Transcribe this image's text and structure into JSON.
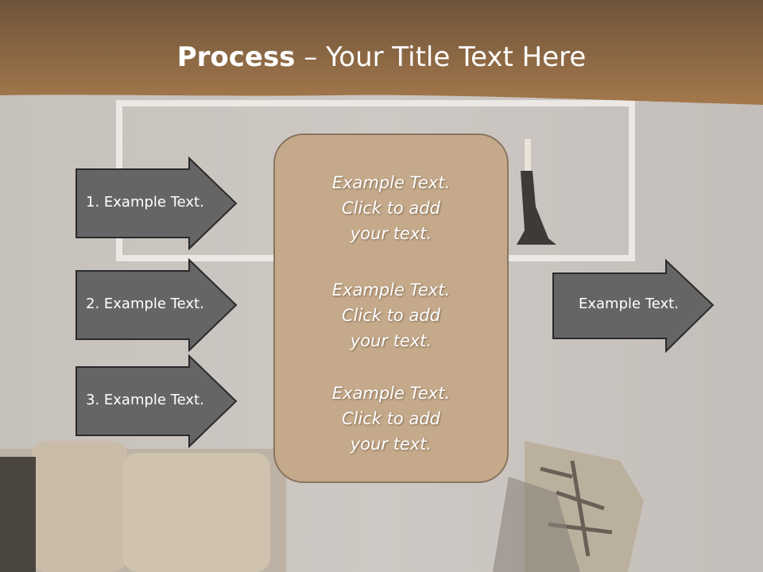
{
  "slide": {
    "title_bold": "Process",
    "title_rest": " – Your Title Text Here"
  },
  "left_arrows": [
    {
      "label": "1. Example Text."
    },
    {
      "label": "2. Example Text."
    },
    {
      "label": "3. Example Text."
    }
  ],
  "center_box": {
    "paragraphs": [
      {
        "lines": [
          "Example Text.",
          "Click  to add",
          "your text."
        ]
      },
      {
        "lines": [
          "Example Text.",
          "Click  to add",
          "your text."
        ]
      },
      {
        "lines": [
          "Example Text.",
          "Click  to add",
          "your text."
        ]
      }
    ]
  },
  "right_arrow": {
    "label": "Example Text."
  },
  "colors": {
    "header_brown": "#8f6a45",
    "arrow_fill": "#656565",
    "box_fill": "#c4a98a",
    "text": "#ffffff"
  }
}
